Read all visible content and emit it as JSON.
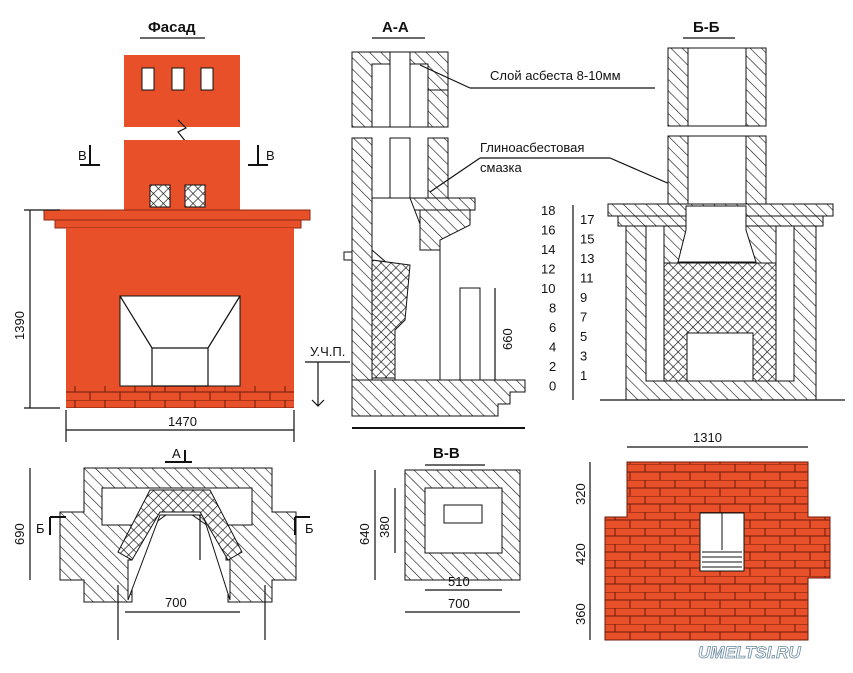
{
  "titles": {
    "facade": "Фасад",
    "section_aa": "А-А",
    "section_bb": "Б-Б",
    "section_vv": "В-В"
  },
  "annotations": {
    "asbestos_layer": "Слой асбеста  8-10мм",
    "clay_asbestos_line1": "Глиноасбестовая",
    "clay_asbestos_line2": "смазка",
    "floor_level": "У.Ч.П."
  },
  "cut_marks": {
    "v": "В",
    "b": "Б",
    "a": "А"
  },
  "dimensions": {
    "facade_height": "1390",
    "facade_width": "1470",
    "firebox_height": "660",
    "plan_depth": "690",
    "plan_opening": "700",
    "vv_depth": "640",
    "vv_inner": "380",
    "vv_inner_width": "510",
    "vv_width": "700",
    "brick_width": "1310",
    "brick_top": "320",
    "brick_mid": "420",
    "brick_bottom": "360"
  },
  "row_scale": {
    "left": [
      "18",
      "16",
      "14",
      "12",
      "10",
      "8",
      "6",
      "4",
      "2",
      "0"
    ],
    "right": [
      "17",
      "15",
      "13",
      "11",
      "9",
      "7",
      "5",
      "3",
      "1"
    ]
  },
  "watermark": "UMELTSI.RU",
  "colors": {
    "brick": "#e8502a",
    "brick_dark": "#c93a1a",
    "line": "#111111"
  }
}
